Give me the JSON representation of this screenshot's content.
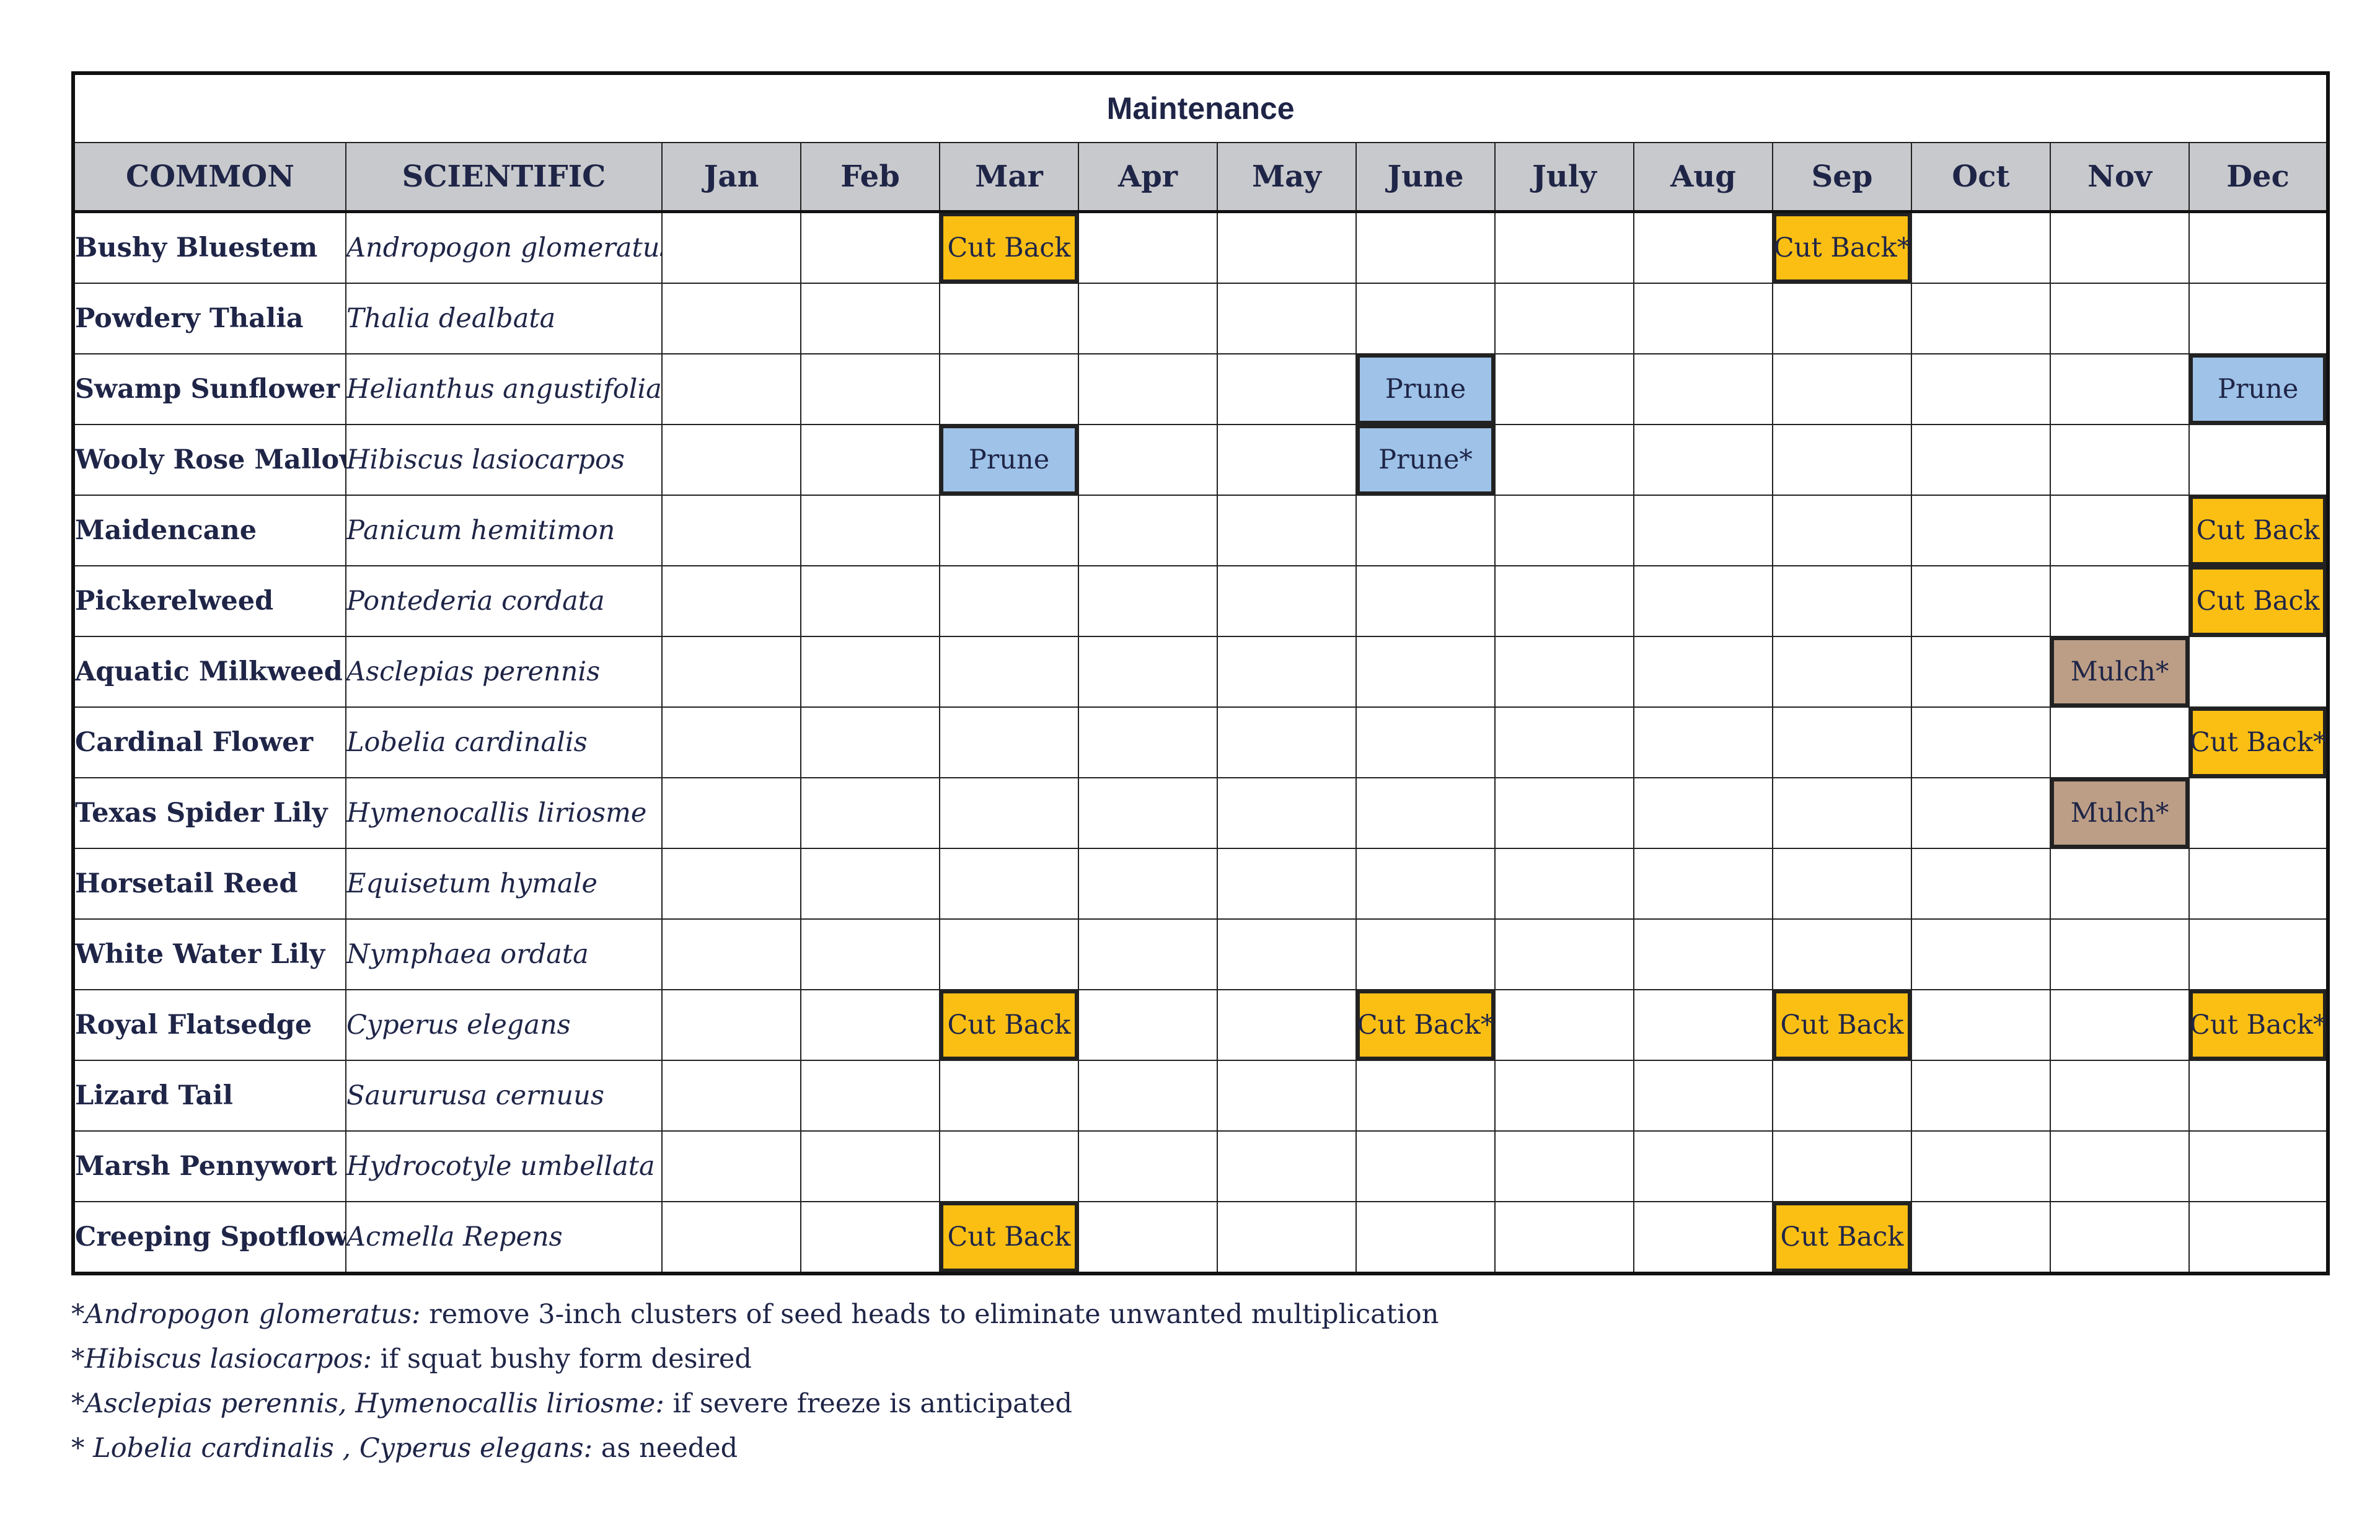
{
  "title": "Maintenance",
  "headers": [
    "COMMON",
    "SCIENTIFIC",
    "Jan",
    "Feb",
    "Mar",
    "Apr",
    "May",
    "June",
    "July",
    "Aug",
    "Sep",
    "Oct",
    "Nov",
    "Dec"
  ],
  "colors": {
    "cut_back": "#fbbf14",
    "prune": "#9ec2e8",
    "mulch": "#bc9e86",
    "header_bg": "#c8c9cc",
    "text": "#1f2547"
  },
  "rows": [
    {
      "common": "Bushy Bluestem",
      "scientific": "Andropogon glomeratus",
      "tasks": {
        "Mar": "Cut Back",
        "Sep": "Cut Back*"
      }
    },
    {
      "common": "Powdery Thalia",
      "scientific": "Thalia dealbata",
      "tasks": {}
    },
    {
      "common": "Swamp Sunflower",
      "scientific": "Helianthus angustifolia",
      "tasks": {
        "June": "Prune",
        "Dec": "Prune"
      }
    },
    {
      "common": "Wooly Rose Mallow",
      "scientific": "Hibiscus lasiocarpos",
      "tasks": {
        "Mar": "Prune",
        "June": "Prune*"
      }
    },
    {
      "common": "Maidencane",
      "scientific": "Panicum hemitimon",
      "tasks": {
        "Dec": "Cut Back"
      }
    },
    {
      "common": "Pickerelweed",
      "scientific": "Pontederia cordata",
      "tasks": {
        "Dec": "Cut Back"
      }
    },
    {
      "common": "Aquatic Milkweed",
      "scientific": "Asclepias perennis",
      "tasks": {
        "Nov": "Mulch*"
      }
    },
    {
      "common": "Cardinal Flower",
      "scientific": "Lobelia cardinalis",
      "tasks": {
        "Dec": "Cut Back*"
      }
    },
    {
      "common": "Texas Spider Lily",
      "scientific": "Hymenocallis liriosme",
      "tasks": {
        "Nov": "Mulch*"
      }
    },
    {
      "common": "Horsetail Reed",
      "scientific": "Equisetum hymale",
      "tasks": {}
    },
    {
      "common": "White Water Lily",
      "scientific": "Nymphaea ordata",
      "tasks": {}
    },
    {
      "common": "Royal Flatsedge",
      "scientific": "Cyperus elegans",
      "tasks": {
        "Mar": "Cut Back",
        "June": "Cut Back*",
        "Sep": "Cut Back",
        "Dec": "Cut Back*"
      }
    },
    {
      "common": "Lizard Tail",
      "scientific": "Saururusa cernuus",
      "tasks": {}
    },
    {
      "common": "Marsh Pennywort",
      "scientific": "Hydrocotyle umbellata",
      "tasks": {}
    },
    {
      "common": "Creeping Spotflower",
      "scientific": "Acmella Repens",
      "tasks": {
        "Mar": "Cut Back",
        "Sep": "Cut Back"
      }
    }
  ],
  "footnotes": [
    {
      "italic": "*Andropogon glomeratus:",
      "text": " remove 3-inch clusters of seed heads to eliminate unwanted multiplication"
    },
    {
      "italic": "*Hibiscus lasiocarpos:",
      "text": " if squat bushy form desired"
    },
    {
      "italic": "*Asclepias perennis, Hymenocallis liriosme:",
      "text": " if severe freeze is anticipated"
    },
    {
      "italic": "* Lobelia cardinalis , Cyperus elegans:",
      "text": " as needed"
    }
  ]
}
